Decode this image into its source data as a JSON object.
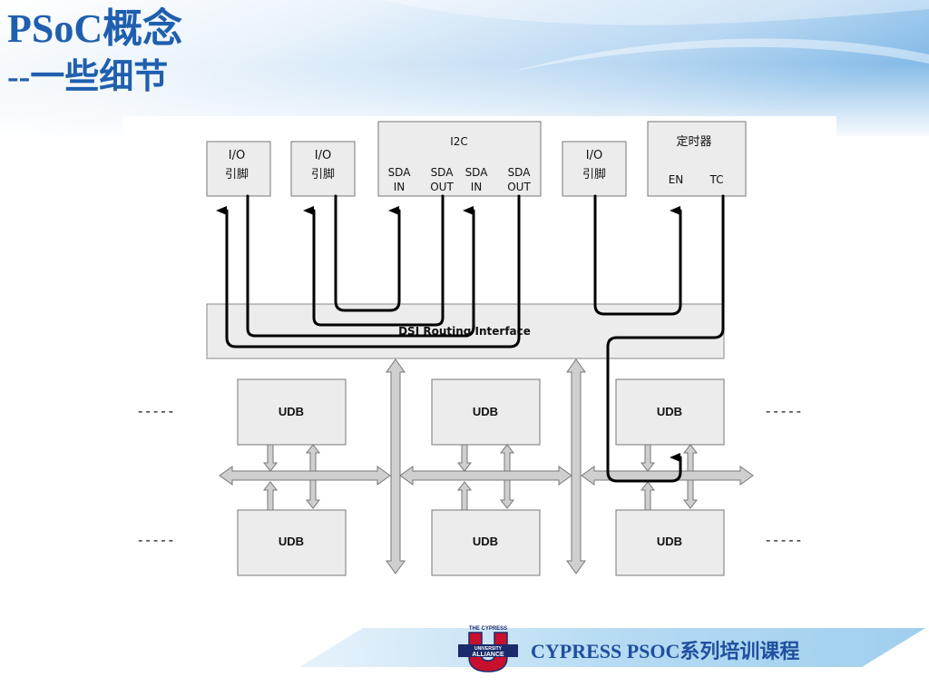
{
  "slide": {
    "title": "PSoC概念",
    "subtitle": "--一些细节"
  },
  "diagram": {
    "io_pin_label_top": "I/O",
    "io_pin_label_bottom": "引脚",
    "i2c": {
      "title": "I2C",
      "ports": [
        {
          "line1": "SDA",
          "line2": "IN"
        },
        {
          "line1": "SDA",
          "line2": "OUT"
        },
        {
          "line1": "SDA",
          "line2": "IN"
        },
        {
          "line1": "SDA",
          "line2": "OUT"
        }
      ]
    },
    "timer": {
      "title": "定时器",
      "en": "EN",
      "tc": "TC"
    },
    "routing_interface": "DSI Routing Interface",
    "udb_label": "UDB",
    "continuation": "-----"
  },
  "footer": {
    "logo_text_top": "THE CYPRESS",
    "logo_text_mid": "UNIVERSITY",
    "logo_text_bottom": "ALLIANCE",
    "course": "CYPRESS  PSOC系列培训课程"
  },
  "colors": {
    "title": "#1f5fae",
    "footer_text": "#1f4f9e",
    "box_fill": "#ececec",
    "arrow_gray": "#c8c8c8"
  }
}
